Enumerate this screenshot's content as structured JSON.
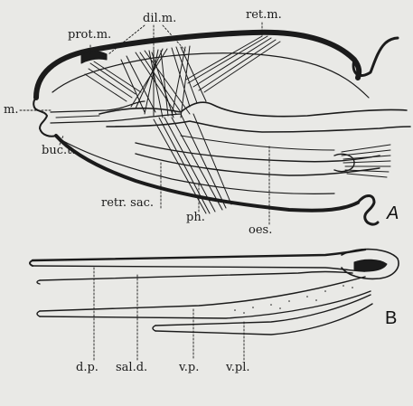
{
  "figure": {
    "panels": [
      {
        "id": "A",
        "label": "A"
      },
      {
        "id": "B",
        "label": "B"
      }
    ],
    "labels_A": {
      "prot_m": "prot.m.",
      "dil_m": "dil.m.",
      "ret_m": "ret.m.",
      "m": "m.",
      "buc_t": "buc.t.",
      "retr_sac": "retr. sac.",
      "ph": "ph.",
      "oes": "oes."
    },
    "labels_B": {
      "d_p": "d.p.",
      "sal_d": "sal.d.",
      "v_p": "v.p.",
      "v_pl": "v.pl."
    },
    "colors": {
      "ink": "#1b1b1b",
      "paper": "#e9e9e6",
      "fill": "#ffffff"
    }
  }
}
